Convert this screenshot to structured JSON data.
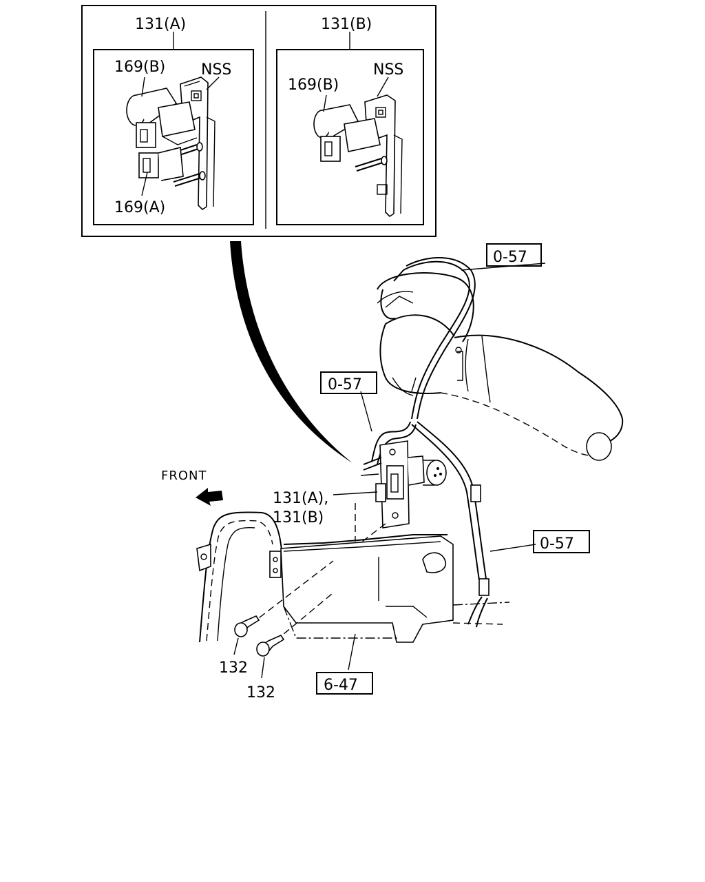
{
  "inset_left": {
    "title": "131(A)",
    "label_top": "169(B)",
    "label_bottom": "169(A)",
    "label_nss": "NSS"
  },
  "inset_right": {
    "title": "131(B)",
    "label_top": "169(B)",
    "label_nss": "NSS"
  },
  "callouts": {
    "ref_top": "0-57",
    "ref_mid": "0-57",
    "ref_right": "0-57",
    "ref_bottom": "6-47",
    "front": "FRONT",
    "part_a": "131(A),",
    "part_b": "131(B)",
    "bolt_1": "132",
    "bolt_2": "132"
  }
}
